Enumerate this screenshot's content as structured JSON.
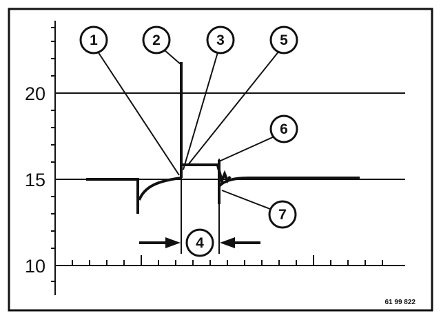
{
  "y_axis": {
    "tick_labels": [
      "20",
      "15",
      "10"
    ],
    "values": [
      20,
      15,
      10
    ]
  },
  "callouts": [
    "1",
    "2",
    "3",
    "4",
    "5",
    "6",
    "7"
  ],
  "figure_reference": "61 99 822",
  "colors": {
    "line": "#111111",
    "background": "#ffffff"
  }
}
